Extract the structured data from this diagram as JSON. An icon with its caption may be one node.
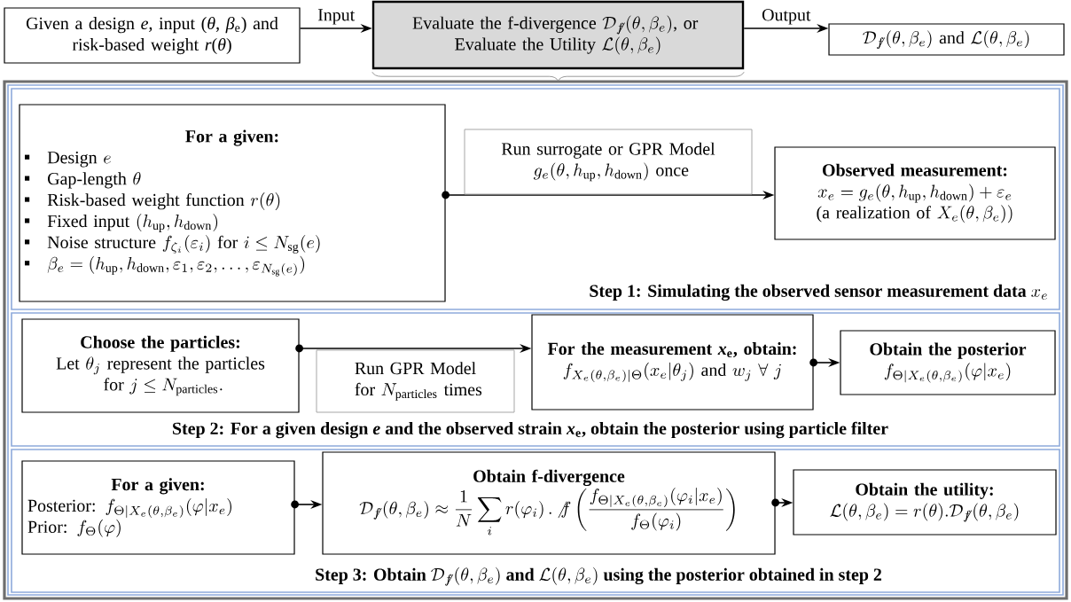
{
  "diagram": {
    "nodes": [
      {
        "text": [
          "Given a design *e*, input (*θ*, *β*$_{e}$) and risk-based weight *r*(*θ*)"
        ]
      },
      {
        "text": [
          "\\text{Evaluate the f-divergence }\\mathcal{D}_{\\not{f}}(\\theta,\\beta_e)\\text{, or }\\allowbreak\\text{Evaluate the Utility }\\mathcal{L}(\\theta,\\beta_e)"
        ]
      },
      {
        "text": [
          "\\mathcal{D}_{\\not{f}}(\\theta,\\beta_e)\\text{ and }\\mathcal{L}(\\theta,\\beta_e)"
        ]
      },
      {
        "text": [],
        "shape": "box"
      },
      {
        "text": [
          "\\text{Step 1: Simulating the observed sensor measurement data }x_e"
        ],
        "in": 3
      },
      {
        "text": [
          "For a given:",
          "\\text{Design }e",
          "\\text{Gap-length }\\theta",
          "\\text{Risk-based weight function }r(\\theta)",
          "\\text{Fixed input }(h_{\\mathrm{up}},h_{\\mathrm{down}})",
          "\\text{Noise structure }f_{\\zeta_i}(\\varepsilon_i)\\text{ for }i\\le N_{\\mathrm{sg}}(e)",
          "\\beta_e=(h_{\\mathrm{up}},h_{\\mathrm{down}},\\varepsilon_1,\\varepsilon_2,\\dots,\\varepsilon_{N_{\\mathrm{sg}}(e)})"
        ],
        "in": 4
      },
      {
        "text": [
          "Observed measurement:",
          "x_e=g_e(\\theta,h_{\\mathrm{up}},h_{\\mathrm{down}})+\\varepsilon_e",
          "\\text{(a realization of }X_e(\\theta,\\beta_e))"
        ],
        "in": 4
      },
      {
        "text": [
          "Step 2: For a given design *e* and the observed strain *x*$_{e}$, obtain the posterior using particle filter"
        ],
        "in": 3
      },
      {
        "text": [
          "Choose the particles:",
          "\\text{Let }\\theta_j\\text{ represent the particles}\\allowbreak\\text{ for }j\\le N_{\\text{particles}}."
        ],
        "in": 7
      },
      {
        "text": [
          "For the measurement *x*$_{e}$, obtain:",
          "f_{X_e(\\theta,\\beta_e)|\\Theta}(x_e|\\theta_j)\\text{ and }w_j\\ \\forall\\ j"
        ],
        "in": 7
      },
      {
        "text": [
          "Obtain the posterior",
          "f_{\\Theta|X_e(\\theta,\\beta_e)}(\\varphi|x_e)"
        ],
        "in": 7
      },
      {
        "text": [
          "\\text{Step 3: Obtain }\\mathcal{D}_{\\not{f}}(\\theta,\\beta_e)\\text{ and }\\mathcal{L}(\\theta,\\beta_e)\\text{ using the posterior obtained in step 2}"
        ],
        "in": 3
      },
      {
        "text": [
          "For a given:",
          "\\text{Posterior: }f_{\\Theta|X_e(\\theta,\\beta_e)}(\\varphi|x_e)",
          "\\text{Prior: }f_{\\Theta}(\\varphi)"
        ],
        "in": 11
      },
      {
        "text": [
          "Obtain f-divergence",
          "\\mathcal{D}_{\\not{f}}(\\theta,\\beta_e)\\approx\\frac{1}{N}\\sum_{i} r(\\varphi_i)\\,.\\,{\\not{f}}\\left(\\frac{f_{\\Theta|X_e(\\theta,\\beta_e)}(\\varphi_i|x_e)}{f_{\\Theta}(\\varphi_i)}\\right)"
        ],
        "in": 11
      },
      {
        "text": [
          "Obtain the utility:",
          "\\mathcal{L}(\\theta,\\beta_e)=r(\\theta).\\mathcal{D}_{\\not{f}}(\\theta,\\beta_e)"
        ],
        "in": 11
      }
    ],
    "edges": [
      {
        "from": 0,
        "to": 1,
        "arrow": "to",
        "label": "Input"
      },
      {
        "from": 1,
        "to": 2,
        "arrow": "to",
        "label": "Output"
      },
      {
        "from": 5,
        "to": 6,
        "arrow": "to",
        "label": "\\text{Run surrogate or GPR Model}\\allowbreak\\text{ }g_e(\\theta,h_{\\mathrm{up}},h_{\\mathrm{down}})\\text{ once}"
      },
      {
        "from": 8,
        "to": 9,
        "arrow": "to",
        "label": "\\text{Run GPR Model}\\allowbreak\\text{ for }N_{\\text{particles}}\\text{ times}"
      },
      {
        "from": 9,
        "to": 10,
        "arrow": "to"
      },
      {
        "from": 12,
        "to": 13,
        "arrow": "to"
      },
      {
        "from": 13,
        "to": 14,
        "arrow": "to"
      }
    ]
  }
}
